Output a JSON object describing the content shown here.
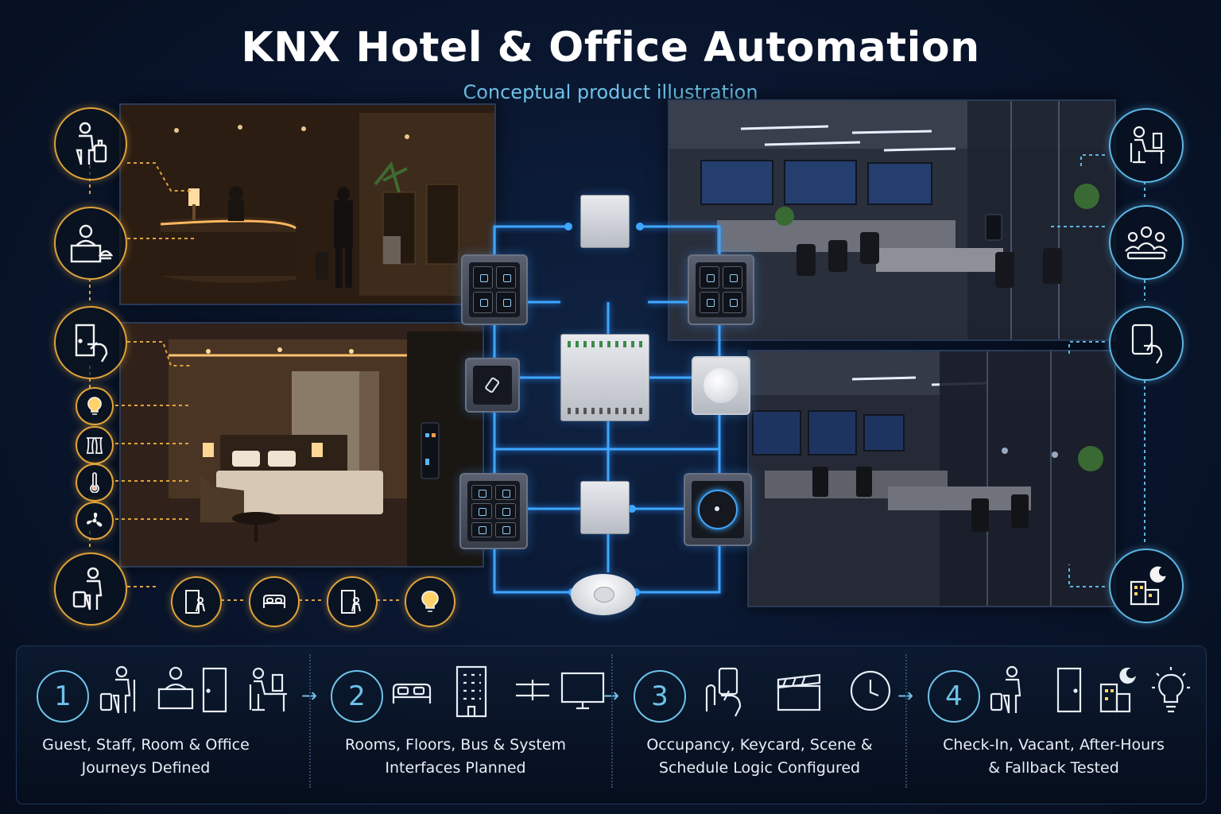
{
  "header": {
    "title": "KNX Hotel & Office Automation",
    "subtitle": "Conceptual product illustration"
  },
  "left_journey": {
    "icons": [
      "guest-with-luggage-icon",
      "reception-desk-icon",
      "keycard-door-icon",
      "light-bulb-icon",
      "curtains-icon",
      "thermometer-icon",
      "fan-icon",
      "guest-leaving-icon"
    ],
    "bottom_row": [
      "door-occupancy-icon",
      "bed-icon",
      "door-vacant-icon",
      "light-bulb-icon"
    ],
    "accent": "#e0a33a"
  },
  "right_journey": {
    "icons": [
      "desk-worker-icon",
      "meeting-group-icon",
      "touch-tablet-icon",
      "building-night-icon"
    ],
    "accent": "#5bb6e6"
  },
  "scenes": [
    "hotel-lobby",
    "hotel-bedroom",
    "open-office",
    "office-after-hours"
  ],
  "bus": {
    "color": "#3ea7ff"
  },
  "steps": [
    {
      "number": "1",
      "line1": "Guest, Staff, Room & Office",
      "line2": "Journeys Defined",
      "icons": [
        "traveler-icon",
        "receptionist-icon",
        "door-icon",
        "office-worker-icon"
      ]
    },
    {
      "number": "2",
      "line1": "Rooms, Floors, Bus & System",
      "line2": "Interfaces Planned",
      "icons": [
        "bed-icon",
        "building-icon",
        "bus-line-icon",
        "monitor-icon"
      ]
    },
    {
      "number": "3",
      "line1": "Occupancy, Keycard, Scene &",
      "line2": "Schedule Logic Configured",
      "icons": [
        "keycard-hand-icon",
        "scene-clapper-icon",
        "clock-icon"
      ]
    },
    {
      "number": "4",
      "line1": "Check-In, Vacant, After-Hours",
      "line2": "& Fallback Tested",
      "icons": [
        "check-in-traveler-icon",
        "vacant-door-icon",
        "after-hours-building-icon",
        "fallback-bulb-icon"
      ]
    }
  ]
}
